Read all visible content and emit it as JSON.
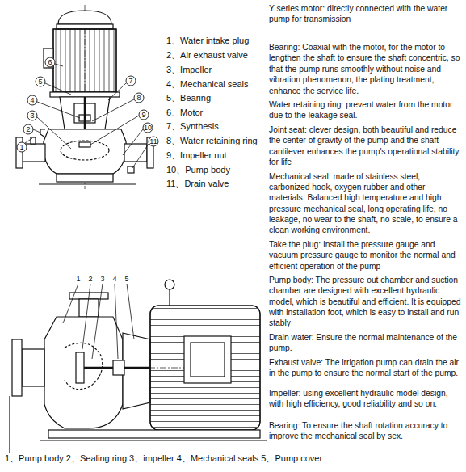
{
  "diagram": {
    "labels": [
      "1",
      "2",
      "3",
      "4",
      "5",
      "6",
      "7",
      "8",
      "9",
      "10",
      "11",
      "1、Water intake plug",
      "2、Air exhaust valve",
      "3、Impeller",
      "4、Mechanical seals",
      "5、Bearing",
      "6、Motor",
      "7、Synthesis",
      "8、Water retaining ring",
      "9、Impeller nut",
      "10、Pump body",
      "11、Drain valve",
      "Y series motor: directly connected with the water pump for transmission",
      "Bearing: Coaxial with the motor, for the motor to lengthen the shaft to ensure the shaft concentric, so that the pump runs smoothly without noise and vibration phenomenon, the plating treatment, enhance the service life.",
      "Water retaining ring: prevent water from the motor due to the leakage seal.",
      "Joint seat: clever design, both beautiful and reduce the center of gravity of the pump and the shaft cantilever enhances the pump's operational stability for life",
      "Mechanical seal: made of stainless steel, carbonized hook, oxygen rubber and other materials. Balanced high temperature and high pressure mechanical seal, long operating life, no leakage, no wear to the shaft, no scale, to ensure a clean working environment.",
      "Take the plug: Install the pressure gauge and vacuum pressure gauge to monitor the normal and efficient operation of the pump",
      "Pump body: The pressure out chamber and suction chamber are designed with excellent hydraulic model, which is beautiful and efficient. It is equipped with installation foot, which is easy to install and run stably",
      "Drain water: Ensure the normal maintenance of the pump.",
      "Exhaust valve: The irrigation pump can drain the air in the pump to ensure the normal start of the pump.",
      "Impeller: using excellent hydraulic model design, with high efficiency, good reliability and so on.",
      "Bearing: To ensure the shaft rotation accuracy to improve the mechanical seal by sex.",
      "1",
      "2",
      "3",
      "4",
      "5",
      "1、Pump body 2、Sealing ring 3、impeller 4、Mechanical seals 5、Pump cover"
    ]
  }
}
